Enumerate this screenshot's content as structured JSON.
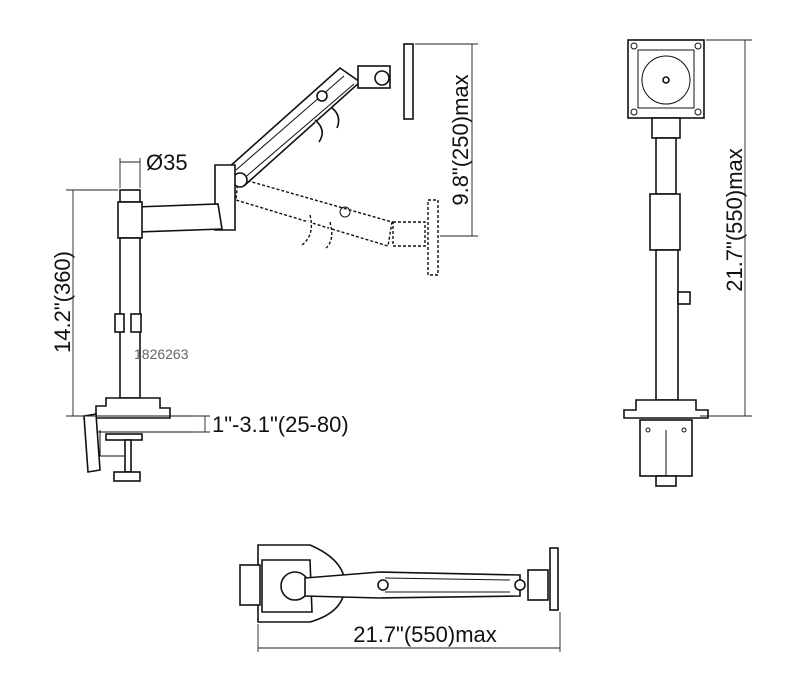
{
  "labels": {
    "pole_diameter": "Ø35",
    "pole_height": "14.2\"(360)",
    "desk_thickness": "1\"-3.1\"(25-80)",
    "arm_vertical_range": "9.8\"(250)max",
    "front_height": "21.7\"(550)max",
    "reach": "21.7\"(550)max"
  },
  "watermark": "1826263"
}
